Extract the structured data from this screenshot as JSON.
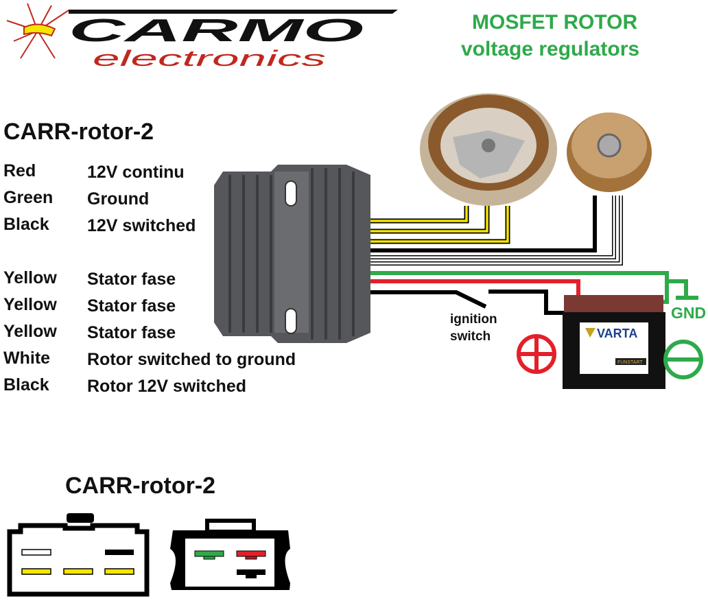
{
  "logo": {
    "brand": "CARMO",
    "sub": "electronics"
  },
  "headline": {
    "line1": "MOSFET ROTOR",
    "line2": "voltage regulators"
  },
  "model_title": "CARR-rotor-2",
  "connector_title": "CARR-rotor-2",
  "wires": [
    {
      "color": "Red",
      "function": "12V continu"
    },
    {
      "color": "Green",
      "function": "Ground"
    },
    {
      "color": "Black",
      "function": "12V switched"
    },
    {
      "color": "Yellow",
      "function": "Stator fase"
    },
    {
      "color": "Yellow",
      "function": "Stator fase"
    },
    {
      "color": "Yellow",
      "function": "Stator fase"
    },
    {
      "color": "White",
      "function": "Rotor switched to ground"
    },
    {
      "color": "Black",
      "function": "Rotor 12V switched"
    }
  ],
  "labels": {
    "ignition_1": "ignition",
    "ignition_2": "switch",
    "gnd": "GND",
    "battery_brand": "VARTA",
    "battery_model": "FUNSTART"
  },
  "colors": {
    "red": "#e3202a",
    "green": "#2eaa4a",
    "yellow": "#f5e600",
    "black": "#000000",
    "logo_red": "#c0281e"
  }
}
